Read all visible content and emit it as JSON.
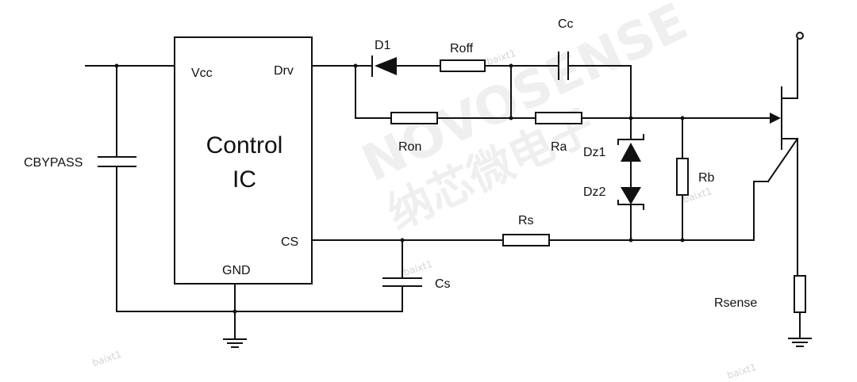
{
  "ic": {
    "title_line1": "Control",
    "title_line2": "IC"
  },
  "pins": {
    "vcc": "Vcc",
    "drv": "Drv",
    "cs": "CS",
    "gnd": "GND"
  },
  "components": {
    "d1": "D1",
    "roff": "Roff",
    "cc": "Cc",
    "ron": "Ron",
    "ra": "Ra",
    "dz1": "Dz1",
    "dz2": "Dz2",
    "rb": "Rb",
    "rs": "Rs",
    "cs": "Cs",
    "cbypass": "CBYPASS",
    "rsense": "Rsense"
  },
  "watermark": {
    "brand": "NOVOSENSE",
    "brand_cn": "纳芯微电子",
    "tag": "baixt1"
  }
}
